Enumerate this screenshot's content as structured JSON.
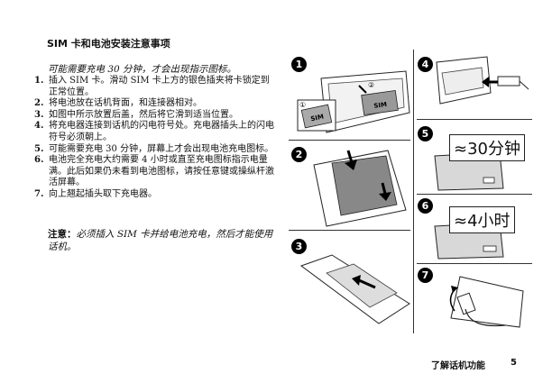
{
  "section_title": "SIM 卡和电池安装注意事项",
  "intro": "可能需要充电 30 分钟，才会出现指示图标。",
  "steps": [
    {
      "num": "1.",
      "text": "插入 SIM 卡。滑动 SIM 卡上方的银色插夹将卡锁定到正常位置。"
    },
    {
      "num": "2.",
      "text": "将电池放在话机背面，和连接器相对。"
    },
    {
      "num": "3.",
      "text": "如图中所示放置后盖，然后将它滑到适当位置。"
    },
    {
      "num": "4.",
      "text": "将充电器连接到话机的闪电符号处。充电器插头上的闪电符号必须朝上。"
    },
    {
      "num": "5.",
      "text": "可能需要充电 30 分钟，屏幕上才会出现电池充电图标。"
    },
    {
      "num": "6.",
      "text": "电池完全充电大约需要 4 小时或直至充电图标指示电量满。此后如果仍未看到电池图标，请按任意键或操纵杆激活屏幕。"
    },
    {
      "num": "7.",
      "text": "向上翘起插头取下充电器。"
    }
  ],
  "note": {
    "label": "注意：",
    "text": "必须插入 SIM 卡并给电池充电，然后才能使用话机。"
  },
  "figures": {
    "badges": [
      "1",
      "2",
      "3",
      "4",
      "5",
      "6",
      "7"
    ],
    "sim_label_small": "SIM",
    "sim_label_large": "SIM",
    "inset_marker_1": "①",
    "inset_marker_2": "②",
    "display_30": "≈30分钟",
    "display_4h": "≈4小时"
  },
  "footer": {
    "section": "了解话机功能",
    "page": "5"
  }
}
